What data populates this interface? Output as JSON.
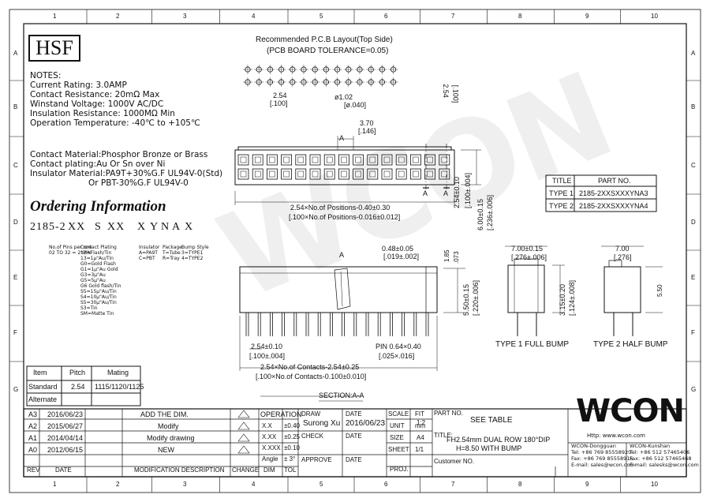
{
  "frame": {
    "col_numbers": [
      "1",
      "2",
      "3",
      "4",
      "5",
      "6",
      "7",
      "8",
      "9",
      "10"
    ],
    "row_letters": [
      "A",
      "B",
      "C",
      "D",
      "E",
      "F",
      "G"
    ]
  },
  "logo_hsf": "HSF",
  "watermark": "WCON",
  "notes": {
    "heading": "NOTES:",
    "lines": [
      "Current Rating: 3.0AMP",
      "Contact Resistance: 20mΩ Max",
      "Winstand Voltage: 1000V AC/DC",
      "Insulation Resistance: 1000MΩ Min",
      "Operation Temperature: -40℃ to +105℃"
    ],
    "materials": [
      "Contact Material:Phosphor Bronze or Brass",
      "Contact plating:Au Or Sn over Ni",
      "Insulator Material:PA9T+30%G.F UL94V-0(Std)",
      "Or PBT-30%G.F UL94V-0"
    ]
  },
  "ordering": {
    "title": "Ordering Information",
    "code_parts": [
      "2185-2",
      "XX",
      "S",
      "XX",
      "X",
      "Y",
      "N",
      "A",
      "X"
    ],
    "legend": {
      "positions": [
        "No.of Pins per row",
        "02 TO 32 = 2*PIN"
      ],
      "contact_plating": [
        "Contact Plating",
        "12=Flash/Tin",
        "13=1μ\"Au/Tin",
        "G0=Gold Flash",
        "G1=1μ\"Au Gold",
        "G3=3μ\"Au",
        "G5=5μ\"Au",
        "G6 Gold flash/Tin",
        "S5=15μ\"Au/Tin",
        "S4=10μ\"Au/Tin",
        "S5=30μ\"Au/Tin",
        "S3=Tin",
        "SM=Matte Tin"
      ],
      "insulator": [
        "Insulator",
        "A=PA9T",
        "C=PBT"
      ],
      "package": [
        "Package",
        "T=Tube",
        "R=Tray"
      ],
      "bump": [
        "Bump Style",
        "3=TYPE1",
        "4=TYPE2"
      ]
    }
  },
  "item_table": {
    "headers": [
      "Item",
      "Pitch",
      "Mating"
    ],
    "rows": [
      [
        "Standard",
        "2.54",
        "1115/1120/1125"
      ],
      [
        "Alternate",
        "",
        ""
      ]
    ]
  },
  "pcb_layout": {
    "title": "Recommended P.C.B Layout(Top Side)",
    "tolerance": "(PCB BOARD TOLERANCE=0.05)",
    "dims": {
      "pitch": "2.54",
      "pitch_in": "[.100]",
      "hole": "ø1.02",
      "hole_in": "[ø.040]",
      "row": "2.54",
      "row_in": "[.100]"
    }
  },
  "top_view": {
    "dim_top": "3.70",
    "dim_top_in": "[.146]",
    "section_mark": "A",
    "dim_length": "2.54×No.of Positions-0.40±0.30",
    "dim_length_in": "[.100×No.of Positions-0.016±0.012]",
    "dim_h1": "2.54±0.10",
    "dim_h1_in": "[.100±.004]",
    "dim_h2": "6.00±0.15",
    "dim_h2_in": "[.236±.006]",
    "section_label": "A"
  },
  "part_table": {
    "headers": [
      "TITLE",
      "PART NO."
    ],
    "rows": [
      [
        "TYPE 1",
        "2185-2XXSXXXYNA3"
      ],
      [
        "TYPE 2",
        "2185-2XXSXXXYNA4"
      ]
    ]
  },
  "side_view": {
    "dim_pin": "0.48±0.05",
    "dim_pin_in": "[.019±.002]",
    "dim_185": "1.85",
    "dim_185_in": ".073",
    "dim_550": "5.50±0.15",
    "dim_550_in": "[.220±.006]",
    "dim_pitch": "2.54±0.10",
    "dim_pitch_in": "[.100±.004]",
    "dim_pinlen": "PIN 0.64×0.40",
    "dim_pinlen_in": "[.025×.016]",
    "dim_total": "2.54×No.of Contacts-2.54±0.25",
    "dim_total_in": "[.100×No.of Contacts-0.100±0.010]",
    "section": "SECTION:A-A"
  },
  "bump_views": {
    "t1_width": "7.00±0.15",
    "t1_width_in": "[.276±.006]",
    "t1_height": "3.15±0.20",
    "t1_height_in": "[.124±.008]",
    "t1_label": "TYPE 1 FULL BUMP",
    "t2_width": "7.00",
    "t2_width_in": "[.276]",
    "t2_height": "5.50",
    "t2_label": "TYPE 2 HALF BUMP"
  },
  "revisions": {
    "rows": [
      [
        "A3",
        "2016/06/23",
        "ADD THE DIM."
      ],
      [
        "A2",
        "2015/06/27",
        "Modify"
      ],
      [
        "A1",
        "2014/04/14",
        "Modify drawing"
      ],
      [
        "A0",
        "2012/06/15",
        "NEW"
      ]
    ],
    "footer": [
      "REV",
      "DATE",
      "MODIFICATION DESCRIPTION",
      "CHANGE"
    ]
  },
  "operation": {
    "header": "OPERATION",
    "rows": [
      [
        "X.X",
        "±0.40"
      ],
      [
        "X.XX",
        "±0.25"
      ],
      [
        "X.XXX",
        "±0.10"
      ],
      [
        "Angle",
        "± 3°"
      ]
    ],
    "footer": [
      "DIM",
      "TOL"
    ]
  },
  "title_block": {
    "draw_label": "DRAW",
    "drawer": "Surong Xu",
    "date_label": "DATE",
    "date": "2016/06/23",
    "check_label": "CHECK",
    "approve_label": "APPROVE",
    "scale_label": "SCALE",
    "scale": "1:2",
    "unit_label": "UNIT",
    "unit": "mm",
    "size_label": "SIZE",
    "size": "A4",
    "sheet_label": "SHEET",
    "sheet": "1/1",
    "proj_label": "PROJ.",
    "fit_label": "FIT",
    "part_no_label": "PART NO.",
    "part_no": "SEE TABLE",
    "title_label": "TITLE:",
    "title_line1": "FH2.54mm  DUAL  ROW 180°DIP",
    "title_line2": "H=8.50 WITH BUMP",
    "customer_label": "Customer NO."
  },
  "company": {
    "logo": "WCON",
    "url": "Http: www.wcon.com",
    "left": [
      "WCON-Dongguan",
      "Tel: +86 769 85558920",
      "Fax: +86 769 85558915",
      "E-mail: sales@wcon.com"
    ],
    "right": [
      "WCON-Kunshan",
      "Tel: +86 512 57465406",
      "Fax: +86 512 57465468",
      "E-mail: salesks@wcon.com"
    ]
  }
}
